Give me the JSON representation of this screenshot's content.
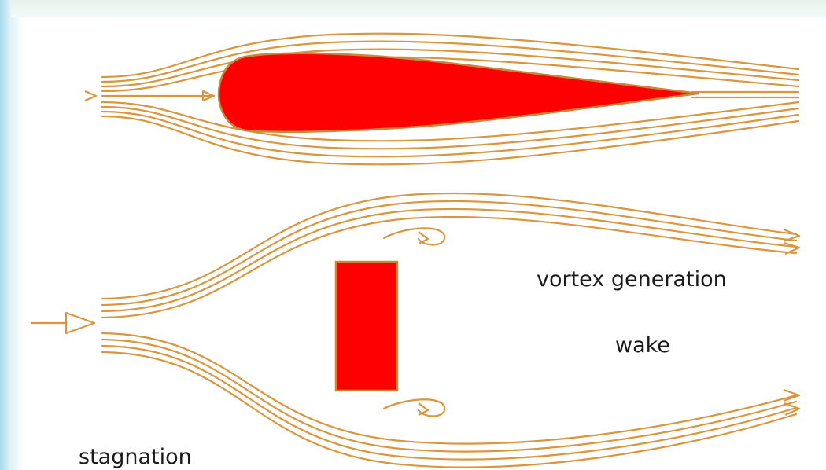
{
  "labels": {
    "vortex": "vortex generation",
    "wake": "wake",
    "stagnation": "stagnation"
  },
  "colors": {
    "body_fill": "#ff0000",
    "streamline": "#d9963f",
    "body_outline": "#c8873a"
  }
}
